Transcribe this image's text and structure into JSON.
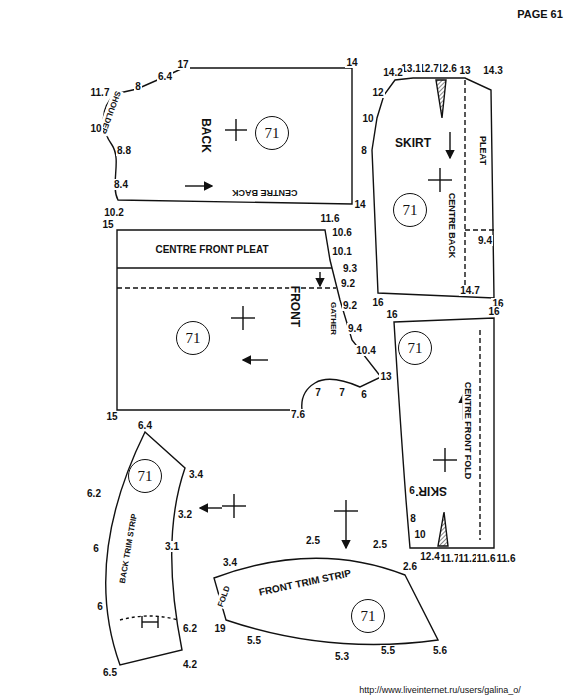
{
  "diagram": {
    "nodes": [
      {
        "text": [
          "71"
        ]
      },
      {
        "text": [
          "71"
        ]
      },
      {
        "text": [
          "71"
        ]
      },
      {
        "text": [
          "71"
        ]
      },
      {
        "text": [
          "71"
        ]
      },
      {
        "text": [
          "71"
        ]
      }
    ],
    "labels": [
      "PAGE 61",
      "BACK",
      "CENTRE BACK",
      "SHOULDER",
      "17",
      "6.4",
      "8",
      "11.7",
      "10",
      "8.8",
      "8.4",
      "10.2",
      "14",
      "14",
      "14.3",
      "13",
      "12.6",
      "12.7",
      "13.1",
      "14.2",
      "12",
      "10",
      "8",
      "SKIRT",
      "PLEAT",
      "CENTRE BACK",
      "9.4",
      "14.7",
      "16",
      "16",
      "15",
      "CENTRE FRONT PLEAT",
      "11.6",
      "10.6",
      "10.1",
      "9.3",
      "9.2",
      "9.2",
      "9.4",
      "10.4",
      "GATHER",
      "FRONT",
      "13",
      "6",
      "7",
      "7",
      "7.6",
      "15",
      "16",
      "16",
      "CENTRE FRONT FOLD",
      "SKIRT",
      "6",
      "8",
      "10",
      "12.4",
      "11.7",
      "11.2",
      "11.6",
      "11.6",
      "6.4",
      "3.4",
      "3.2",
      "3.1",
      "6.2",
      "6",
      "6",
      "6.2",
      "6.5",
      "4.2",
      "BACK TRIM STRIP",
      "3.4",
      "2.5",
      "2.5",
      "2.6",
      "FRONT TRIM STRIP",
      "FOLD",
      "19",
      "5.5",
      "5.3",
      "5.5",
      "5.6",
      "http://www.liveinternet.ru/users/galina_o/"
    ]
  }
}
